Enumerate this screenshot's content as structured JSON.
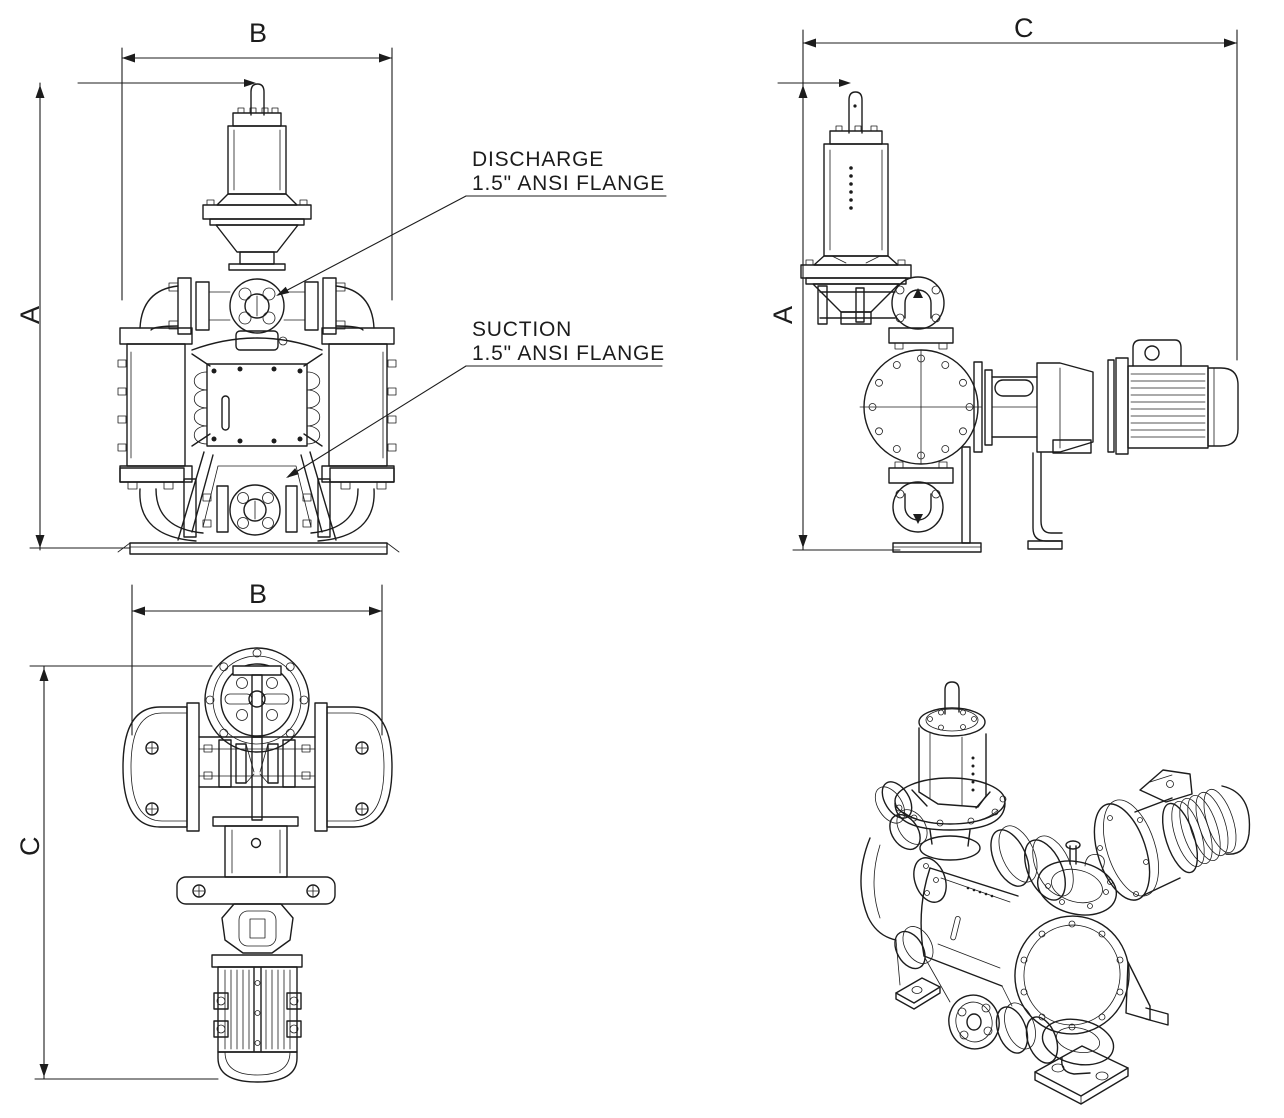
{
  "page": {
    "background_color": "#ffffff",
    "line_color": "#1c1c1c"
  },
  "views": {
    "front": {
      "width_label": "B",
      "height_label": "A"
    },
    "side": {
      "width_label": "C",
      "height_label": "A"
    },
    "top": {
      "width_label": "B",
      "height_label": "C"
    }
  },
  "annotations": {
    "discharge": {
      "line1": "DISCHARGE",
      "line2": "1.5\" ANSI FLANGE"
    },
    "suction": {
      "line1": "SUCTION",
      "line2": "1.5\" ANSI FLANGE"
    }
  }
}
